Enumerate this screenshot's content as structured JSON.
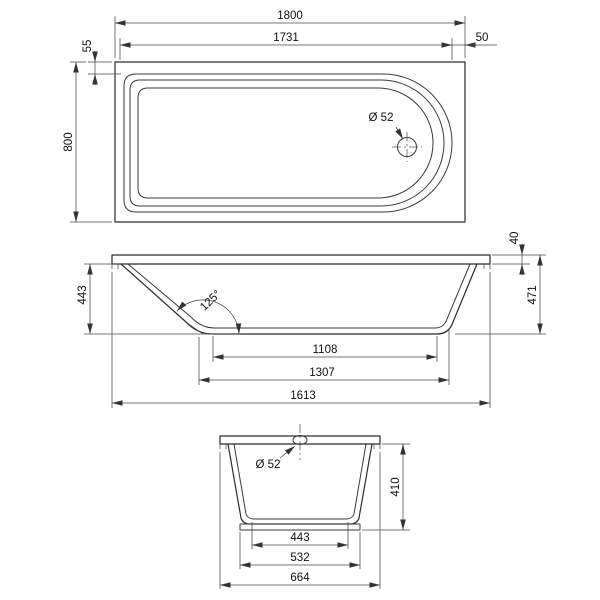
{
  "drawing": {
    "title": "bathtub dimensional drawing"
  },
  "views": {
    "top": {
      "dims": {
        "total_length": "1800",
        "inner_length": "1731",
        "drain_offset": "50",
        "rim_width": "55",
        "width": "800",
        "drain_diameter": "Ø 52"
      }
    },
    "side": {
      "dims": {
        "depth_left": "443",
        "height_right": "471",
        "rim_height": "40",
        "slope_angle": "125°",
        "bottom_flat_length": "1108",
        "bottom_length": "1307",
        "body_length": "1613"
      }
    },
    "end": {
      "dims": {
        "drain_diameter": "Ø 52",
        "body_height": "410",
        "bottom_inner_width": "443",
        "bottom_width": "532",
        "overall_width": "664"
      }
    }
  },
  "style": {
    "line_color": "#2b2b2b",
    "background": "#ffffff"
  }
}
